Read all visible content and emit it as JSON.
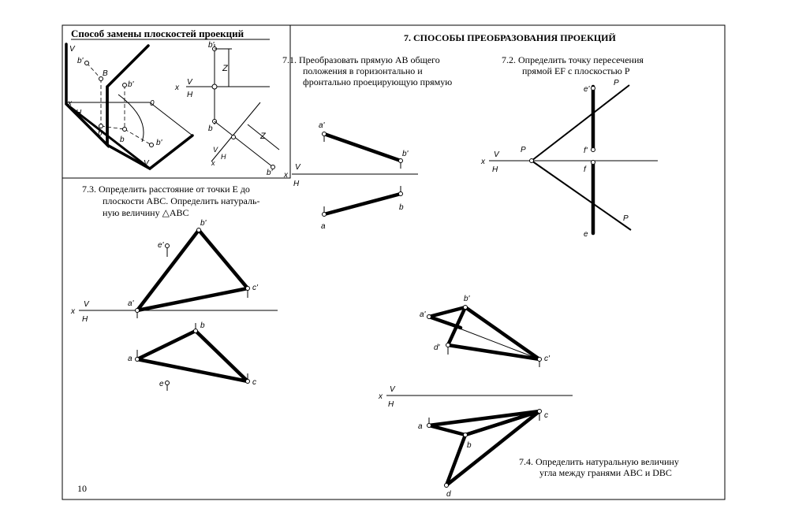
{
  "page_number": "10",
  "main_title": "7. СПОСОБЫ ПРЕОБРАЗОВАНИЯ ПРОЕКЦИЙ",
  "inset": {
    "title": "Способ замены плоскостей проекций",
    "labels": {
      "V": "V",
      "H": "H",
      "V1": "V",
      "H1": "H",
      "x": "x",
      "x1": "x",
      "O": "0",
      "B": "B",
      "b_prime": "b'",
      "b": "b",
      "b1": "b",
      "b1p": "b'",
      "Zb": "Z",
      "Zb2": "Z",
      "b_right_p": "b'",
      "b_right": "b",
      "b_right1": "b'"
    }
  },
  "task_7_1": {
    "lines": [
      "7.1. Преобразовать прямую AB общего",
      "положения в горизонтально и",
      "фронтально проецирующую прямую"
    ],
    "points": {
      "a_prime": "a'",
      "b_prime": "b'",
      "a": "a",
      "b": "b"
    },
    "axis": {
      "x": "x",
      "V": "V",
      "H": "H"
    }
  },
  "task_7_2": {
    "lines": [
      "7.2. Определить точку пересечения",
      "прямой EF с плоскостью P"
    ],
    "points": {
      "e_prime": "e'",
      "f_prime": "f'",
      "f": "f",
      "e": "e",
      "Pv": "P",
      "Px": "P",
      "Ph": "P"
    },
    "axis": {
      "x": "x",
      "V": "V",
      "H": "H"
    }
  },
  "task_7_3": {
    "lines": [
      "7.3. Определить расстояние от точки E до",
      "плоскости ABC. Определить натураль-",
      "ную величину △ABC"
    ],
    "points": {
      "b_prime": "b'",
      "e_prime": "e'",
      "c_prime": "c'",
      "a_prime": "a'",
      "b": "b",
      "a": "a",
      "e": "e",
      "c": "c"
    },
    "axis": {
      "x": "x",
      "V": "V",
      "H": "H"
    }
  },
  "task_7_4": {
    "lines": [
      "7.4. Определить натуральную величину",
      "угла между гранями ABC и DBC"
    ],
    "points": {
      "b_prime": "b'",
      "a_prime": "a'",
      "d_prime": "d'",
      "c_prime": "c'",
      "a": "a",
      "c": "c",
      "b": "b",
      "d": "d"
    },
    "axis": {
      "x": "x",
      "V": "V",
      "H": "H"
    }
  }
}
